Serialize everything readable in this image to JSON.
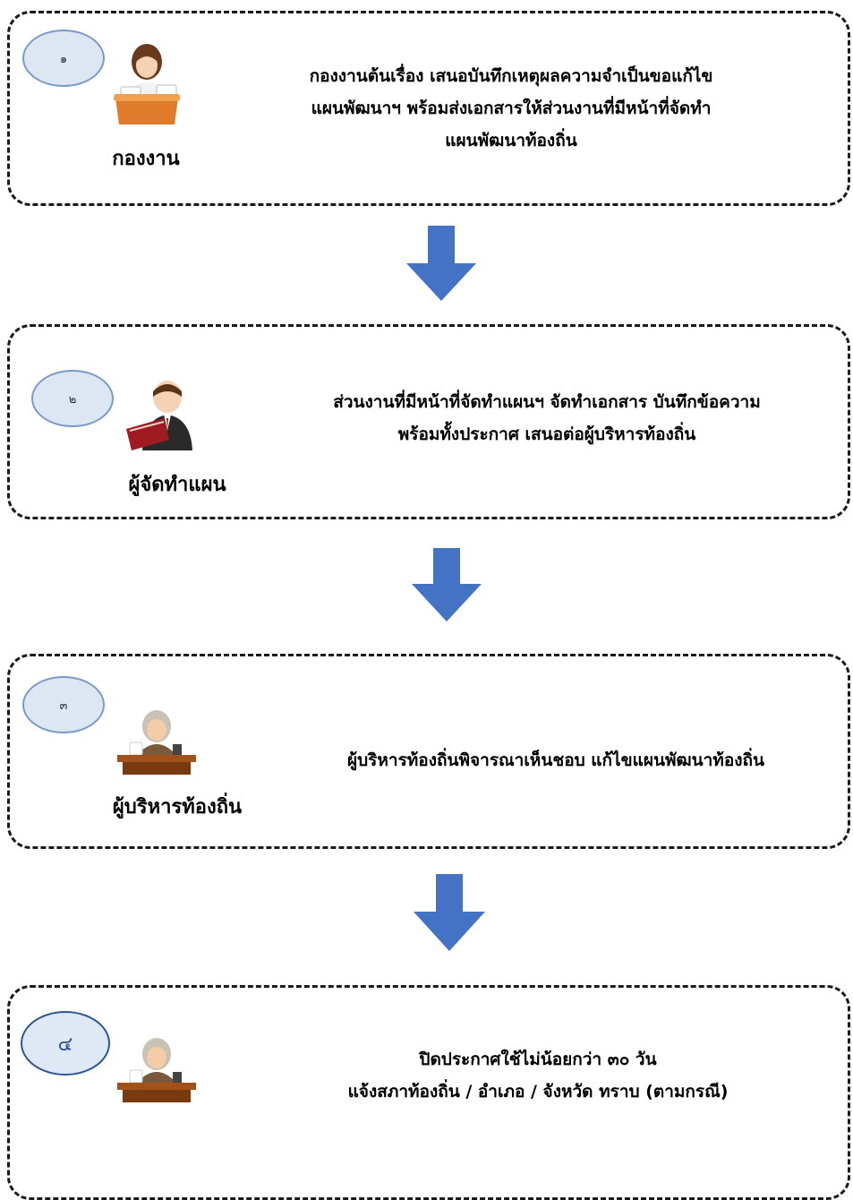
{
  "steps": [
    {
      "number": "๑",
      "role": "กองงาน",
      "icon": "woman-at-desk-icon",
      "lines": [
        "กองงานต้นเรื่อง  เสนอบันทึกเหตุผลความจำเป็นขอแก้ไข",
        "แผนพัฒนาฯ  พร้อมส่งเอกสารให้ส่วนงานที่มีหน้าที่จัดทำ",
        "แผนพัฒนาท้องถิ่น"
      ]
    },
    {
      "number": "๒",
      "role": "ผู้จัดทำแผน",
      "icon": "man-with-book-icon",
      "lines": [
        "ส่วนงานที่มีหน้าที่จัดทำแผนฯ  จัดทำเอกสาร  บันทึกข้อความ",
        "พร้อมทั้งประกาศ  เสนอต่อผู้บริหารท้องถิ่น"
      ]
    },
    {
      "number": "๓",
      "role": "ผู้บริหารท้องถิ่น",
      "icon": "executive-at-desk-icon",
      "lines": [
        "ผู้บริหารท้องถิ่นพิจารณาเห็นชอบ  แก้ไขแผนพัฒนาท้องถิ่น"
      ]
    },
    {
      "number": "๔",
      "role": "",
      "icon": "executive-at-desk-icon",
      "lines": [
        "ปิดประกาศใช้ไม่น้อยกว่า  ๓๐  วัน",
        "แจ้งสภาท้องถิ่น / อำเภอ / จังหวัด ทราบ  (ตามกรณี)"
      ]
    }
  ],
  "colors": {
    "arrow": "#4472c4",
    "badge_fill": "#dde7f4",
    "badge_border": "#7a9bc9",
    "badge4_border": "#2c5597"
  }
}
